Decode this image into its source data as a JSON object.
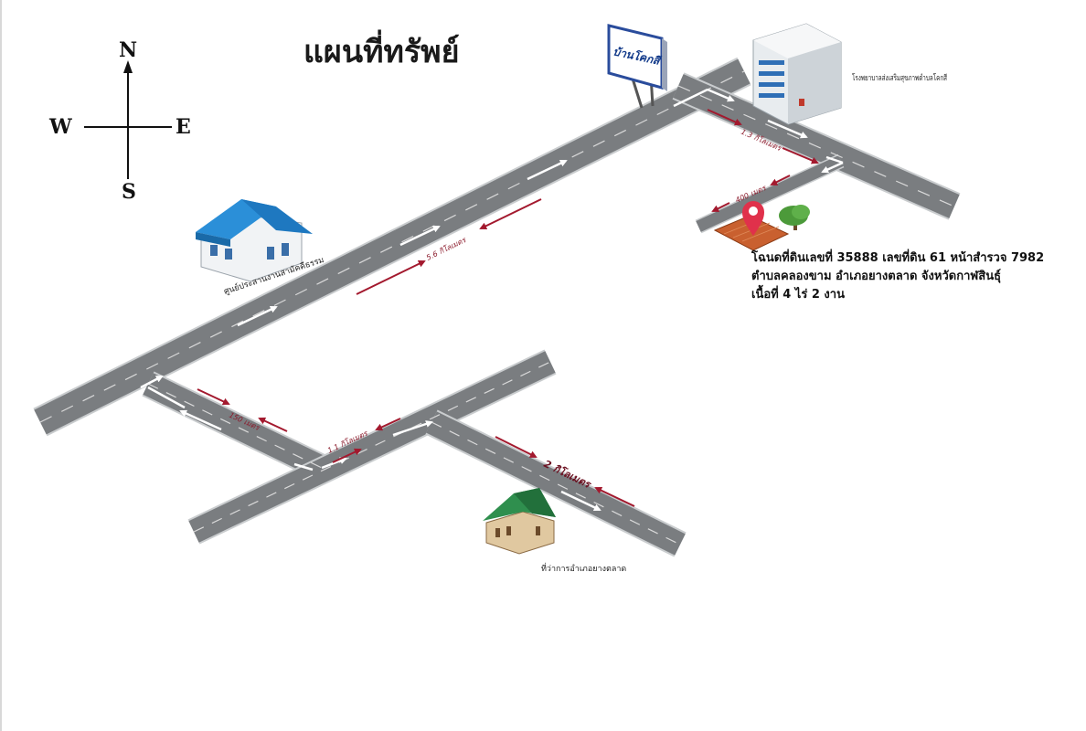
{
  "map": {
    "title": "แผนที่ทรัพย์",
    "compass": {
      "north": "N",
      "south": "S",
      "east": "E",
      "west": "W"
    },
    "billboard": "บ้านโคกสี",
    "landmarks": {
      "hospital": "โรงพยาบาลส่งเสริมสุขภาพตำบลโคกสี",
      "center": "ศูนย์ประสานงานสามัคคีธรรม",
      "district_office": "ที่ว่าการอำเภอยางตลาด"
    },
    "distances": {
      "main_road": "5.6 กิโลเมตร",
      "side_road": "1.3 กิโลเมตร",
      "access_lane": "400 เมตร",
      "lower_left": "150 เมตร",
      "lower_mid": "1.1 กิโลเมตร",
      "lower_right": "2 กิโลเมตร"
    },
    "property": {
      "line1": "โฉนดที่ดินเลขที่ 35888 เลขที่ดิน 61 หน้าสำรวจ 7982",
      "line2": "ตำบลคลองขาม อำเภอยางตลาด จังหวัดกาฬสินธุ์",
      "line3": "เนื้อที่ 4 ไร่ 2 งาน"
    },
    "colors": {
      "road": "#7a7d80",
      "road_edge": "#c9ccce",
      "arrow_red": "#a3192e",
      "plot": "#c9602f",
      "pin": "#e0314b"
    }
  }
}
